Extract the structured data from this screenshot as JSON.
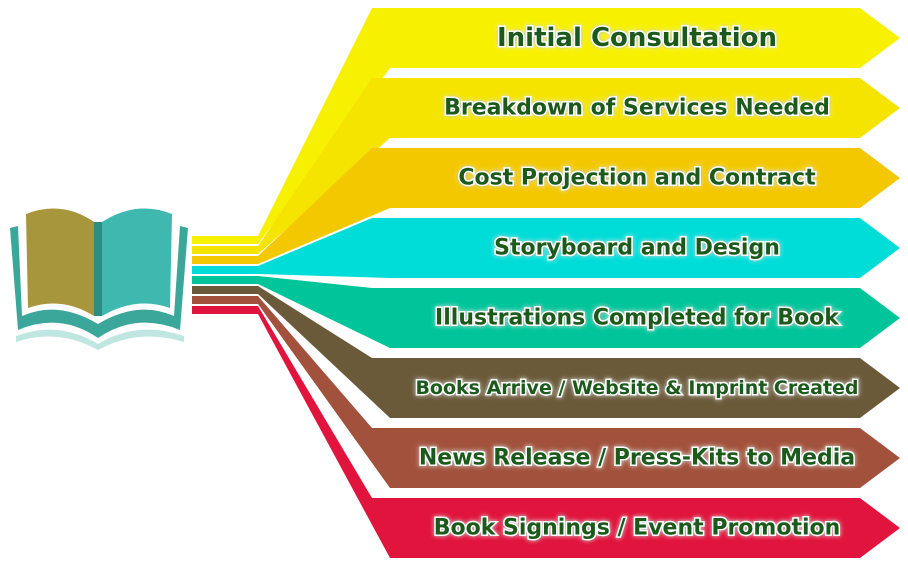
{
  "steps": [
    {
      "label": "Initial Consultation",
      "color": "#f7f000"
    },
    {
      "label": "Breakdown of Services Needed",
      "color": "#f4e400"
    },
    {
      "label": "Cost Projection and Contract",
      "color": "#f3c800"
    },
    {
      "label": "Storyboard and Design",
      "color": "#00dcd8"
    },
    {
      "label": "Illustrations Completed for Book",
      "color": "#00c49a"
    },
    {
      "label": "Books Arrive / Website & Imprint Created",
      "color": "#6b5a3a"
    },
    {
      "label": "News Release / Press-Kits to Media",
      "color": "#a2523c"
    },
    {
      "label": "Book Signings / Event Promotion",
      "color": "#e0143c"
    }
  ],
  "icon": {
    "name": "open-book-icon",
    "left_page_color": "#a8963c",
    "right_page_color": "#3fb9b0",
    "cover_color": "#3aa79a"
  }
}
